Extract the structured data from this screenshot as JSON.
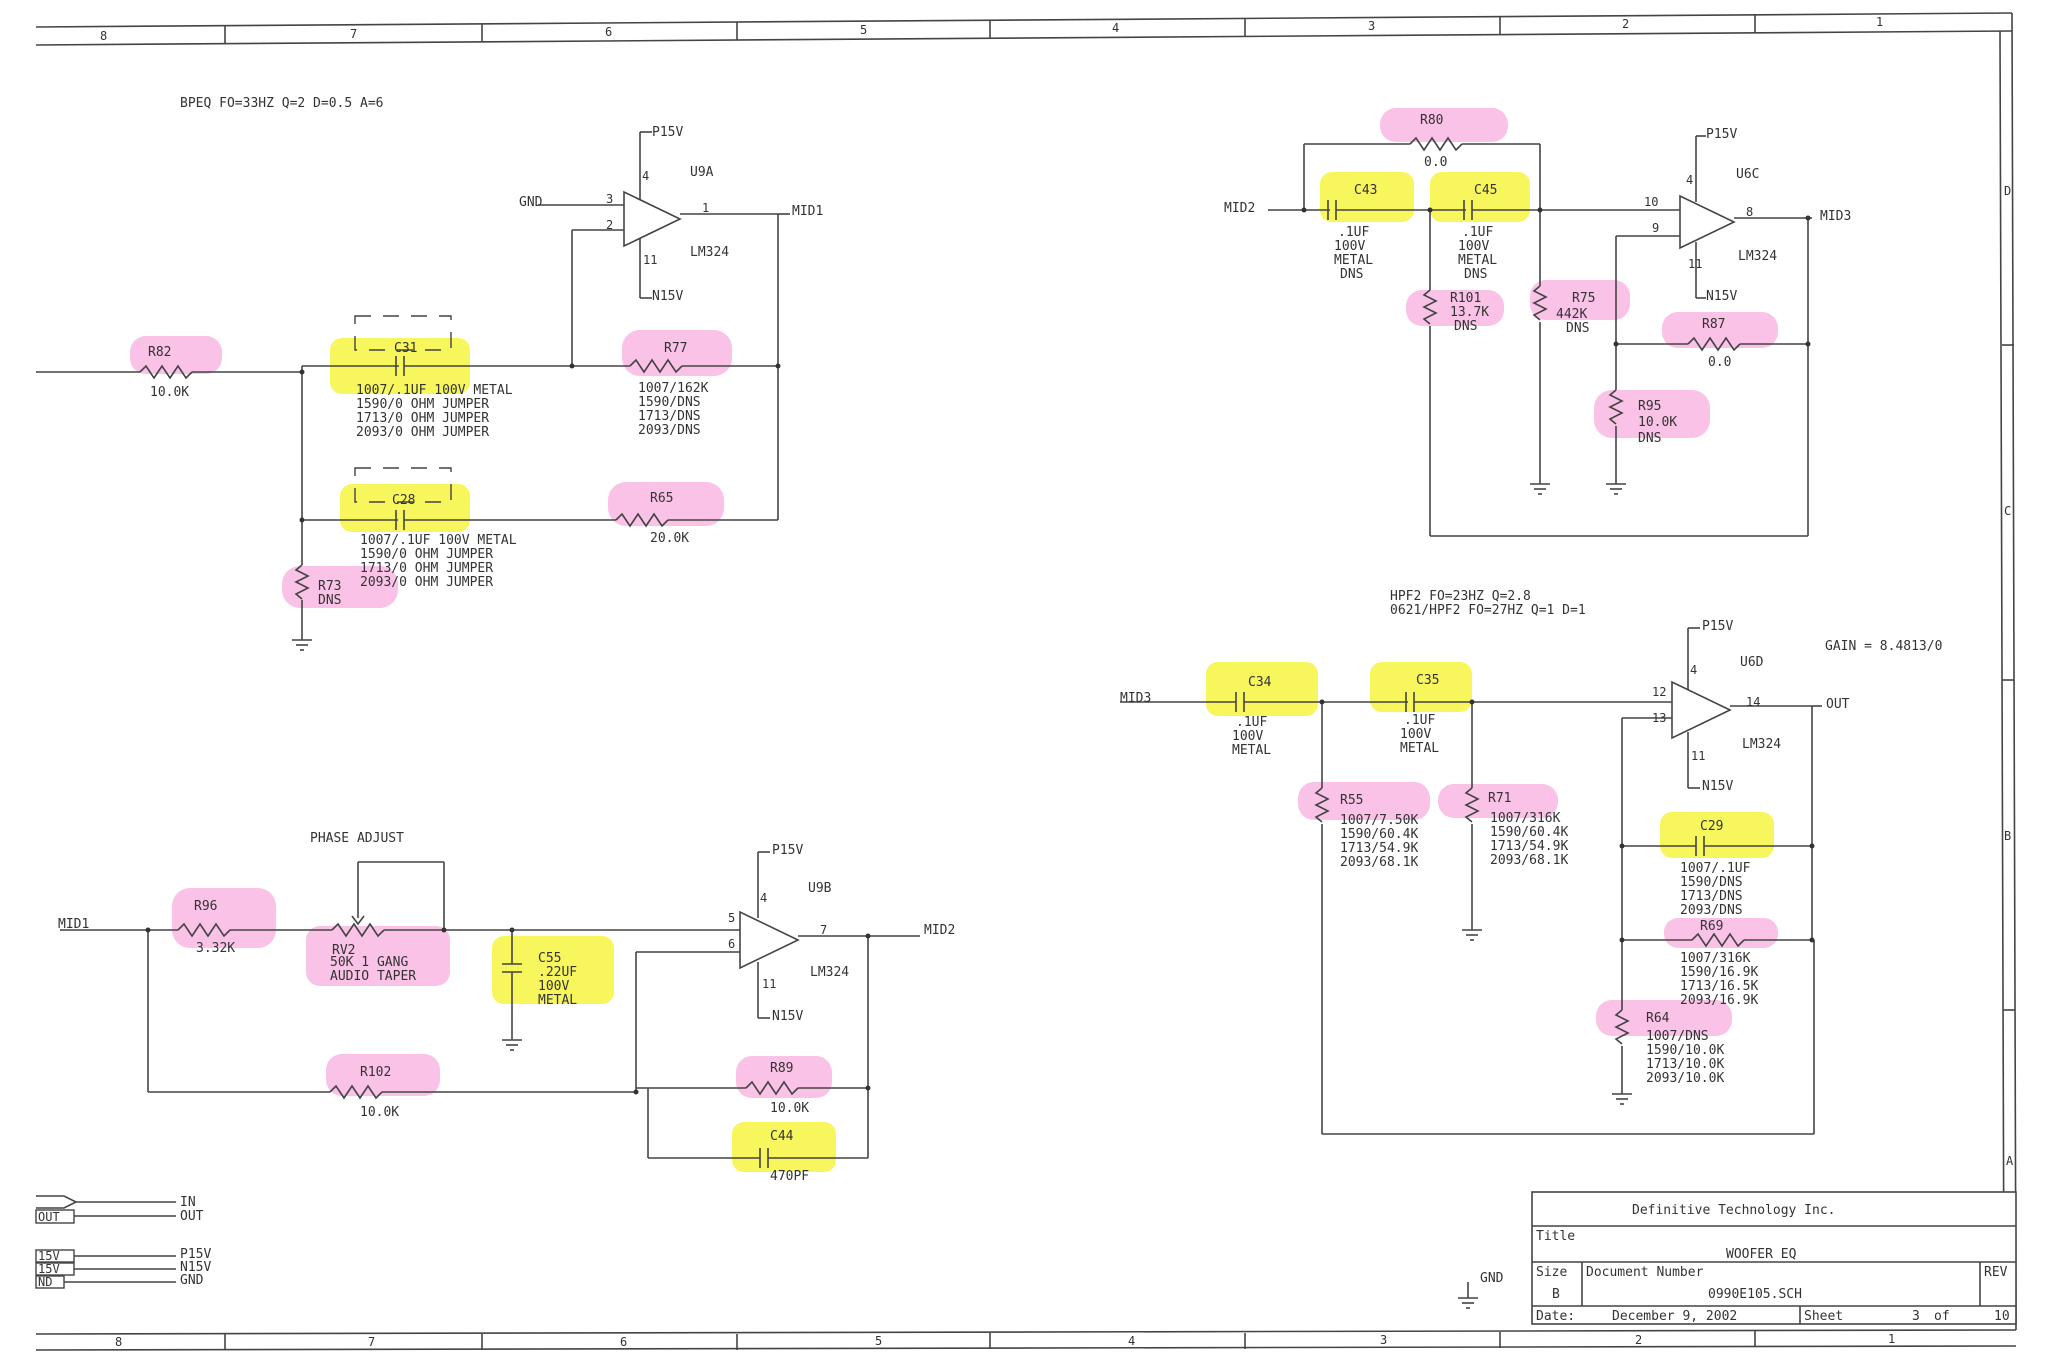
{
  "border": {
    "top_zones": [
      "8",
      "7",
      "6",
      "5",
      "4",
      "3",
      "2",
      "1"
    ],
    "bottom_zones": [
      "8",
      "7",
      "6",
      "5",
      "4",
      "3",
      "2",
      "1"
    ],
    "right_zones": [
      "D",
      "C",
      "B",
      "A"
    ]
  },
  "headings": {
    "bpeq": "BPEQ FO=33HZ Q=2 D=0.5 A=6",
    "hpf2_line1": "HPF2 FO=23HZ Q=2.8",
    "hpf2_line2": "0621/HPF2 FO=27HZ Q=1 D=1",
    "phase_adjust": "PHASE ADJUST",
    "gain": "GAIN = 8.4813/0"
  },
  "nets": {
    "p15v": "P15V",
    "n15v": "N15V",
    "gnd": "GND",
    "mid1": "MID1",
    "mid2": "MID2",
    "mid3": "MID3",
    "out": "OUT"
  },
  "opamps": {
    "u9a": {
      "ref": "U9A",
      "part": "LM324",
      "pins": [
        "3",
        "2",
        "1",
        "4",
        "11"
      ]
    },
    "u6c": {
      "ref": "U6C",
      "part": "LM324",
      "pins": [
        "10",
        "9",
        "8",
        "4",
        "11"
      ]
    },
    "u6d": {
      "ref": "U6D",
      "part": "LM324",
      "pins": [
        "12",
        "13",
        "14",
        "4",
        "11"
      ]
    },
    "u9b": {
      "ref": "U9B",
      "part": "LM324",
      "pins": [
        "5",
        "6",
        "7",
        "4",
        "11"
      ]
    }
  },
  "parts": {
    "r82": {
      "ref": "R82",
      "value": "10.0K"
    },
    "c31": {
      "ref": "C31",
      "lines": [
        "1007/.1UF 100V METAL",
        "1590/0 OHM JUMPER",
        "1713/0 OHM JUMPER",
        "2093/0 OHM JUMPER"
      ]
    },
    "r77": {
      "ref": "R77",
      "lines": [
        "1007/162K",
        "1590/DNS",
        "1713/DNS",
        "2093/DNS"
      ]
    },
    "c28": {
      "ref": "C28",
      "lines": [
        "1007/.1UF 100V METAL",
        "1590/0 OHM JUMPER",
        "1713/0 OHM JUMPER",
        "2093/0 OHM JUMPER"
      ]
    },
    "r65": {
      "ref": "R65",
      "value": "20.0K"
    },
    "r73": {
      "ref": "R73",
      "value": "DNS"
    },
    "r80": {
      "ref": "R80",
      "value": "0.0"
    },
    "c43": {
      "ref": "C43",
      "lines": [
        ".1UF",
        "100V",
        "METAL",
        "DNS"
      ]
    },
    "c45": {
      "ref": "C45",
      "lines": [
        ".1UF",
        "100V",
        "METAL",
        "DNS"
      ]
    },
    "r101": {
      "ref": "R101",
      "lines": [
        "13.7K",
        "DNS"
      ]
    },
    "r75": {
      "ref": "R75",
      "lines": [
        "442K",
        "DNS"
      ]
    },
    "r87": {
      "ref": "R87",
      "value": "0.0"
    },
    "r95": {
      "ref": "R95",
      "lines": [
        "10.0K",
        "DNS"
      ]
    },
    "c34": {
      "ref": "C34",
      "lines": [
        ".1UF",
        "100V",
        "METAL"
      ]
    },
    "c35": {
      "ref": "C35",
      "lines": [
        ".1UF",
        "100V",
        "METAL"
      ]
    },
    "r55": {
      "ref": "R55",
      "lines": [
        "1007/7.50K",
        "1590/60.4K",
        "1713/54.9K",
        "2093/68.1K"
      ]
    },
    "r71": {
      "ref": "R71",
      "lines": [
        "1007/316K",
        "1590/60.4K",
        "1713/54.9K",
        "2093/68.1K"
      ]
    },
    "c29": {
      "ref": "C29",
      "lines": [
        "1007/.1UF",
        "1590/DNS",
        "1713/DNS",
        "2093/DNS"
      ]
    },
    "r69": {
      "ref": "R69",
      "lines": [
        "1007/316K",
        "1590/16.9K",
        "1713/16.5K",
        "2093/16.9K"
      ]
    },
    "r64": {
      "ref": "R64",
      "lines": [
        "1007/DNS",
        "1590/10.0K",
        "1713/10.0K",
        "2093/10.0K"
      ]
    },
    "r96": {
      "ref": "R96",
      "value": "3.32K"
    },
    "rv2": {
      "ref": "RV2",
      "lines": [
        "50K 1 GANG",
        "AUDIO TAPER"
      ]
    },
    "c55": {
      "ref": "C55",
      "lines": [
        ".22UF",
        "100V",
        "METAL"
      ]
    },
    "r102": {
      "ref": "R102",
      "value": "10.0K"
    },
    "r89": {
      "ref": "R89",
      "value": "10.0K"
    },
    "c44": {
      "ref": "C44",
      "value": "470PF"
    }
  },
  "ports": {
    "in_label": "IN",
    "out_label": "OUT",
    "out_box": "OUT",
    "p15v_box": "15V",
    "n15v_box": "15V",
    "gnd_box": "ND"
  },
  "title_block": {
    "company": "Definitive Technology Inc.",
    "title_label": "Title",
    "title": "WOOFER EQ",
    "size_label": "Size",
    "size": "B",
    "docnum_label": "Document Number",
    "docnum": "0990E105.SCH",
    "rev_label": "REV",
    "date_label": "Date:",
    "date": "December  9, 2002",
    "sheet_label": "Sheet",
    "sheet": "3",
    "of_label": "of",
    "of": "10"
  }
}
